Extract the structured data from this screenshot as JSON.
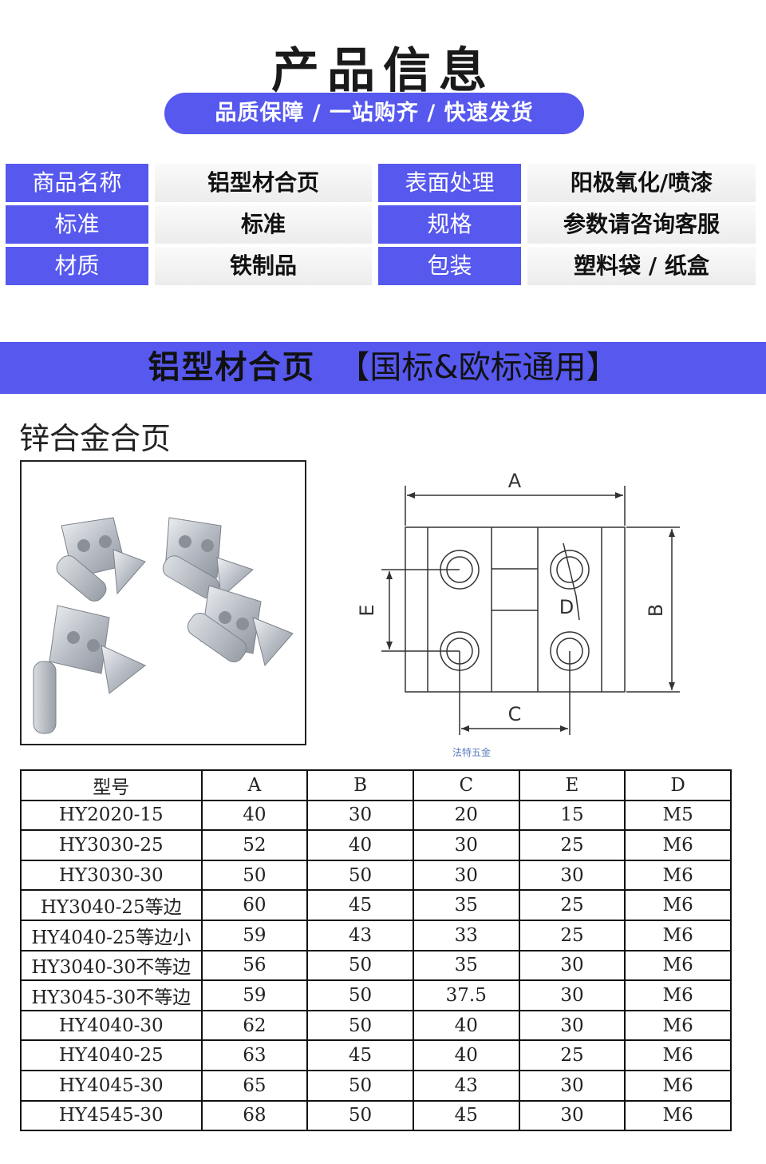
{
  "header": {
    "title": "产品信息",
    "slogan": "品质保障 / 一站购齐 / 快速发货"
  },
  "info_table": [
    {
      "label": "商品名称",
      "value": "铝型材合页",
      "label2": "表面处理",
      "value2": "阳极氧化/喷漆"
    },
    {
      "label": "标准",
      "value": "标准",
      "label2": "规格",
      "value2": "参数请咨询客服"
    },
    {
      "label": "材质",
      "value": "铁制品",
      "label2": "包装",
      "value2": "塑料袋 / 纸盒"
    }
  ],
  "band": {
    "main": "铝型材合页",
    "bracket": "【国标&欧标通用】"
  },
  "section_title": "锌合金合页",
  "diagram": {
    "labels": {
      "A": "A",
      "B": "B",
      "C": "C",
      "D": "D",
      "E": "E"
    },
    "watermark": "法特五金"
  },
  "spec_table": {
    "headers": [
      "型号",
      "A",
      "B",
      "C",
      "E",
      "D"
    ],
    "rows": [
      [
        "HY2020-15",
        "40",
        "30",
        "20",
        "15",
        "M5"
      ],
      [
        "HY3030-25",
        "52",
        "40",
        "30",
        "25",
        "M6"
      ],
      [
        "HY3030-30",
        "50",
        "50",
        "30",
        "30",
        "M6"
      ],
      [
        "HY3040-25等边",
        "60",
        "45",
        "35",
        "25",
        "M6"
      ],
      [
        "HY4040-25等边小",
        "59",
        "43",
        "33",
        "25",
        "M6"
      ],
      [
        "HY3040-30不等边",
        "56",
        "50",
        "35",
        "30",
        "M6"
      ],
      [
        "HY3045-30不等边",
        "59",
        "50",
        "37.5",
        "30",
        "M6"
      ],
      [
        "HY4040-30",
        "62",
        "50",
        "40",
        "30",
        "M6"
      ],
      [
        "HY4040-25",
        "63",
        "45",
        "40",
        "25",
        "M6"
      ],
      [
        "HY4045-30",
        "65",
        "50",
        "43",
        "30",
        "M6"
      ],
      [
        "HY4545-30",
        "68",
        "50",
        "45",
        "30",
        "M6"
      ]
    ]
  },
  "colors": {
    "accent": "#5658ee",
    "text": "#111111"
  }
}
